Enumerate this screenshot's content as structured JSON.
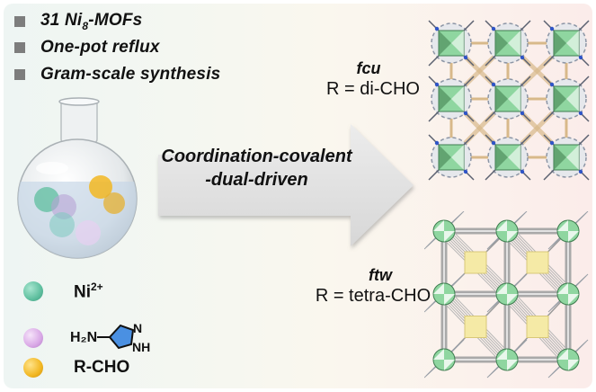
{
  "bullets": [
    {
      "pre": "31 Ni",
      "sub": "8",
      "post": "-MOFs"
    },
    {
      "pre": "One-pot reflux",
      "sub": "",
      "post": ""
    },
    {
      "pre": "Gram-scale synthesis",
      "sub": "",
      "post": ""
    }
  ],
  "arrow": {
    "line1": "Coordination-covalent",
    "line2": "-dual-driven"
  },
  "legend": [
    {
      "label": "Ni",
      "sup": "2+",
      "color": "#5fbf9f",
      "icon": "nickel-ion-sphere"
    },
    {
      "label": "H₂N",
      "ring_n1": "N",
      "ring_n2": "NH",
      "color": "#d9a8e6",
      "icon": "aminopyrazole-sphere",
      "ring_color": "#4a90e2"
    },
    {
      "label": "R-CHO",
      "color": "#f2b722",
      "icon": "aldehyde-sphere"
    }
  ],
  "products": [
    {
      "topology": "fcu",
      "r_label": "R = di-CHO",
      "icon": "fcu-network-structure"
    },
    {
      "topology": "ftw",
      "r_label": "R = tetra-CHO",
      "icon": "ftw-network-structure"
    }
  ],
  "colors": {
    "bullet_square": "#7d7d7d",
    "arrow_fill": "#e3e3e3",
    "cluster_green": "#8fd6a0",
    "fcu_linker": "#d8b98a",
    "ftw_linker": "#a9a9a9",
    "ftw_node": "#f5eaa6"
  }
}
